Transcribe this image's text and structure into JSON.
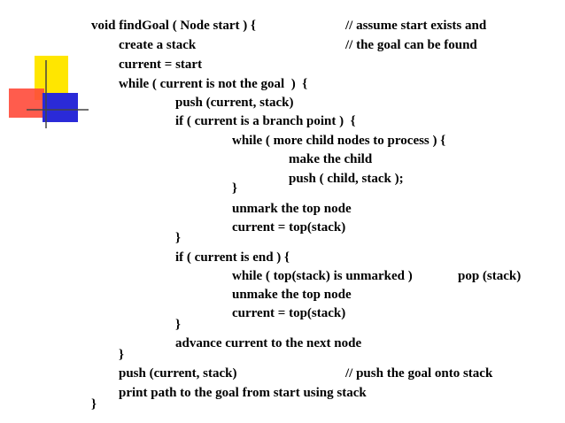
{
  "colors": {
    "background": "#ffffff",
    "text": "#000000",
    "deco_yellow": "#ffe600",
    "deco_red": "#ff4a3a",
    "deco_blue": "#2a2ad8",
    "deco_line": "#444444"
  },
  "code": {
    "lines": [
      "void findGoal ( Node start ) {",
      "// assume start exists and",
      "create a stack",
      "// the goal can be found",
      "current = start",
      "while ( current is not the goal  )  {",
      "push (current, stack)",
      "if ( current is a branch point )  {",
      "while ( more child nodes to process ) {",
      "make the child",
      "push ( child, stack );",
      "}",
      "unmark the top node",
      "current = top(stack)",
      "}",
      "if ( current is end ) {",
      "while ( top(stack) is unmarked )",
      "pop (stack)",
      "unmake the top node",
      "current = top(stack)",
      "}",
      "advance current to the next node",
      "}",
      "push (current, stack)",
      "// push the goal onto stack",
      "print path to the goal from start using stack",
      "}"
    ]
  }
}
